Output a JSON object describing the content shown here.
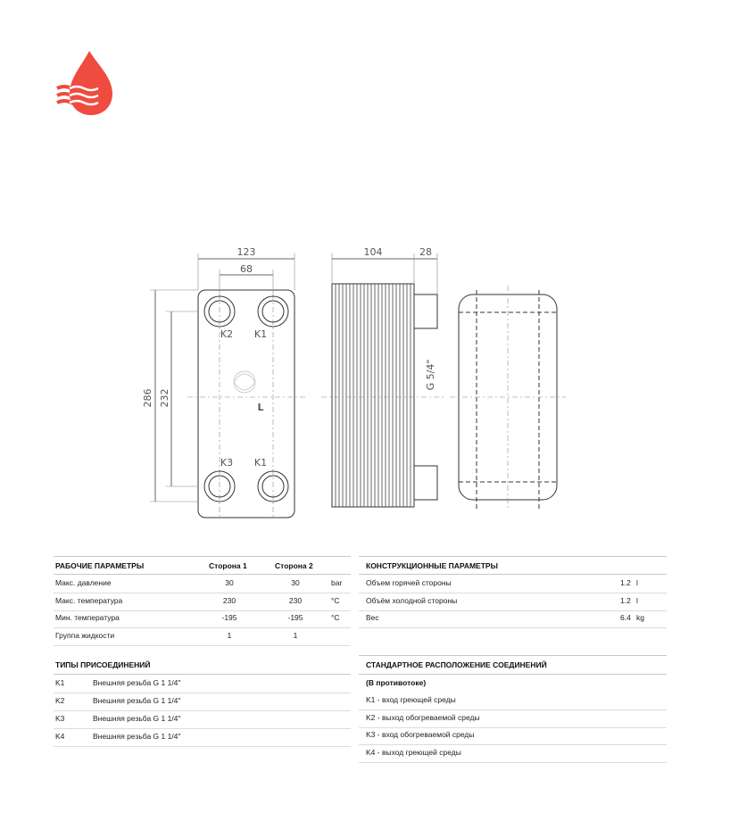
{
  "drawing": {
    "dim_overall_width": "123",
    "dim_port_spacing_h": "68",
    "dim_depth": "104",
    "dim_connection_length": "28",
    "dim_overall_height": "286",
    "dim_port_spacing_v": "232",
    "thread_label": "G 5/4\"",
    "port_k1_top": "K1",
    "port_k2": "K2",
    "port_k3": "K3",
    "port_k1_bottom": "K1",
    "brand_text": "L"
  },
  "work_params": {
    "title": "РАБОЧИЕ ПАРАМЕТРЫ",
    "col1": "Сторона 1",
    "col2": "Сторона 2",
    "rows": [
      {
        "label": "Макс. давление",
        "v1": "30",
        "v2": "30",
        "unit": "bar"
      },
      {
        "label": "Макс. температура",
        "v1": "230",
        "v2": "230",
        "unit": "°C"
      },
      {
        "label": "Мин. температура",
        "v1": "-195",
        "v2": "-195",
        "unit": "°C"
      },
      {
        "label": "Группа жидкости",
        "v1": "1",
        "v2": "1",
        "unit": ""
      }
    ]
  },
  "construct_params": {
    "title": "КОНСТРУКЦИОННЫЕ ПАРАМЕТРЫ",
    "rows": [
      {
        "label": "Объем горячей стороны",
        "value": "1.2",
        "unit": "l"
      },
      {
        "label": "Объём холодной стороны",
        "value": "1.2",
        "unit": "l"
      },
      {
        "label": "Вес",
        "value": "6.4",
        "unit": "kg"
      }
    ]
  },
  "connections": {
    "title": "ТИПЫ ПРИСОЕДИНЕНИЙ",
    "rows": [
      {
        "port": "K1",
        "desc": "Внешняя резьба G 1 1/4\""
      },
      {
        "port": "K2",
        "desc": "Внешняя резьба G 1 1/4\""
      },
      {
        "port": "K3",
        "desc": "Внешняя резьба G 1 1/4\""
      },
      {
        "port": "K4",
        "desc": "Внешняя резьба G 1 1/4\""
      }
    ]
  },
  "layout_std": {
    "title": "СТАНДАРТНОЕ РАСПОЛОЖЕНИЕ СОЕДИНЕНИЙ",
    "subtitle": "(В противотоке)",
    "rows": [
      "K1 - вход греющей среды",
      "K2 - выход обогреваемой среды",
      "K3 - вход обогреваемой среды",
      "K4 - выход греющей среды"
    ]
  },
  "colors": {
    "logo": "#ef4b3f"
  }
}
